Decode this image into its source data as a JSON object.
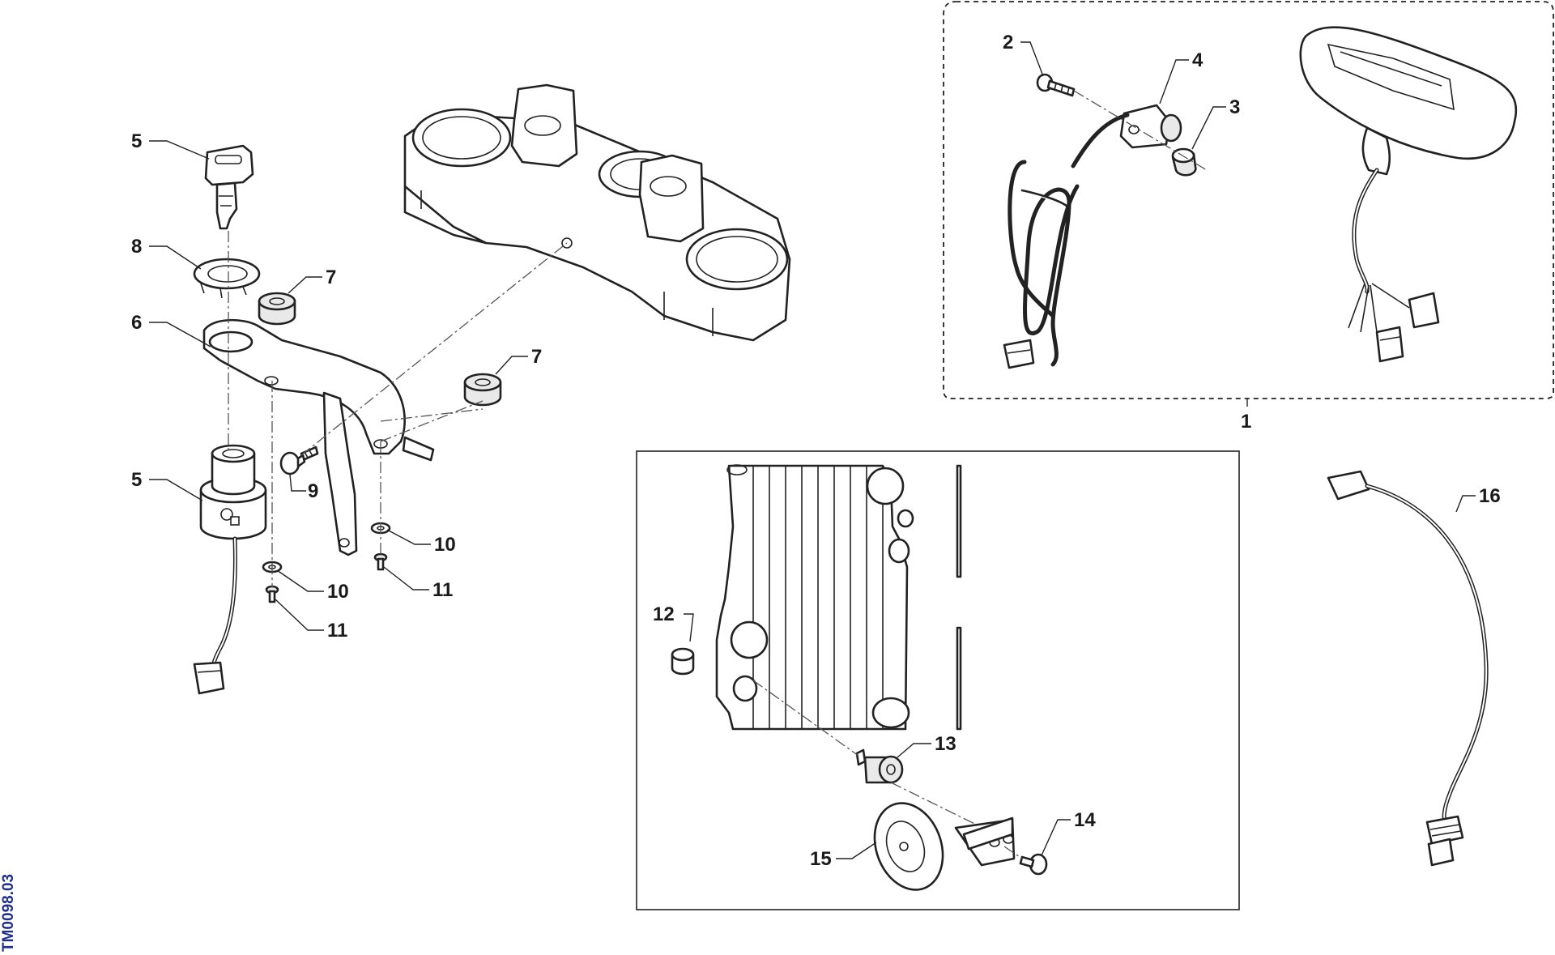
{
  "drawing_code": "TM0098.03",
  "callouts": [
    {
      "id": "c5a",
      "text": "5"
    },
    {
      "id": "c8",
      "text": "8"
    },
    {
      "id": "c6",
      "text": "6"
    },
    {
      "id": "c7a",
      "text": "7"
    },
    {
      "id": "c7b",
      "text": "7"
    },
    {
      "id": "c5b",
      "text": "5"
    },
    {
      "id": "c9",
      "text": "9"
    },
    {
      "id": "c10a",
      "text": "10"
    },
    {
      "id": "c10b",
      "text": "10"
    },
    {
      "id": "c11a",
      "text": "11"
    },
    {
      "id": "c11b",
      "text": "11"
    },
    {
      "id": "c2",
      "text": "2"
    },
    {
      "id": "c4",
      "text": "4"
    },
    {
      "id": "c3",
      "text": "3"
    },
    {
      "id": "c1",
      "text": "1"
    },
    {
      "id": "c16",
      "text": "16"
    },
    {
      "id": "c12",
      "text": "12"
    },
    {
      "id": "c13",
      "text": "13"
    },
    {
      "id": "c14",
      "text": "14"
    },
    {
      "id": "c15",
      "text": "15"
    }
  ]
}
